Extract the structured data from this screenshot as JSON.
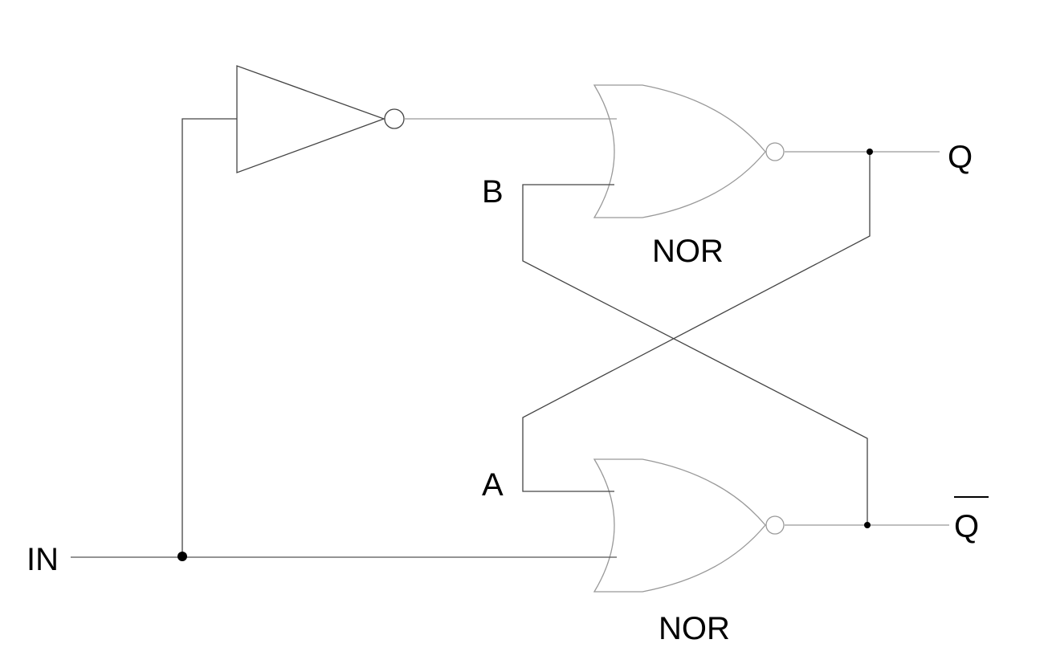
{
  "labels": {
    "input": "IN",
    "output_q": "Q",
    "output_qbar": "Q",
    "node_a": "A",
    "node_b": "B",
    "gate_top": "NOR",
    "gate_bottom": "NOR"
  },
  "colors": {
    "wire": "#333333",
    "gate": "#999999",
    "dot": "#000000"
  }
}
